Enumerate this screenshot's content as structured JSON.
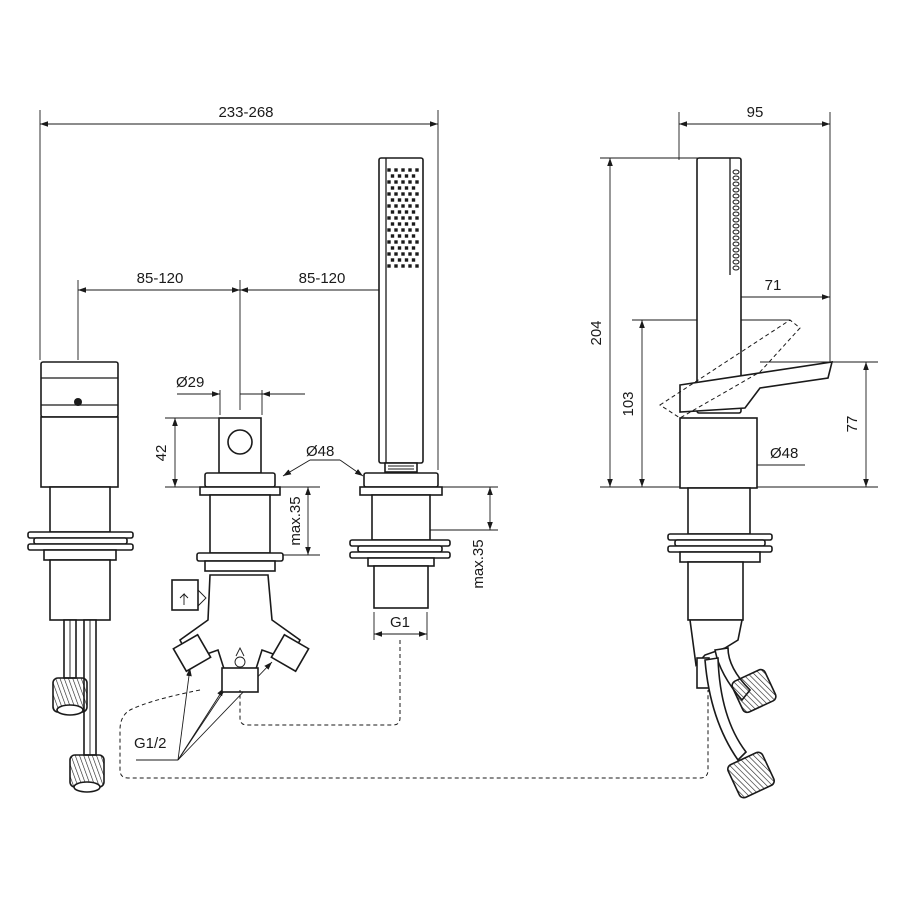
{
  "dimensions": {
    "overall_width": "233-268",
    "spacing_left": "85-120",
    "spacing_right": "85-120",
    "side_width": "95",
    "diameter_small": "Ø29",
    "diverter_height": "42",
    "diameter_handshower": "Ø48",
    "max_thickness_center": "max.35",
    "max_thickness_right": "max.35",
    "thread_g1": "G1",
    "thread_g12": "G1/2",
    "side_total_height": "204",
    "side_spout_height": "103",
    "side_outlet_height": "77",
    "side_reach": "71",
    "diameter_side": "Ø48"
  }
}
